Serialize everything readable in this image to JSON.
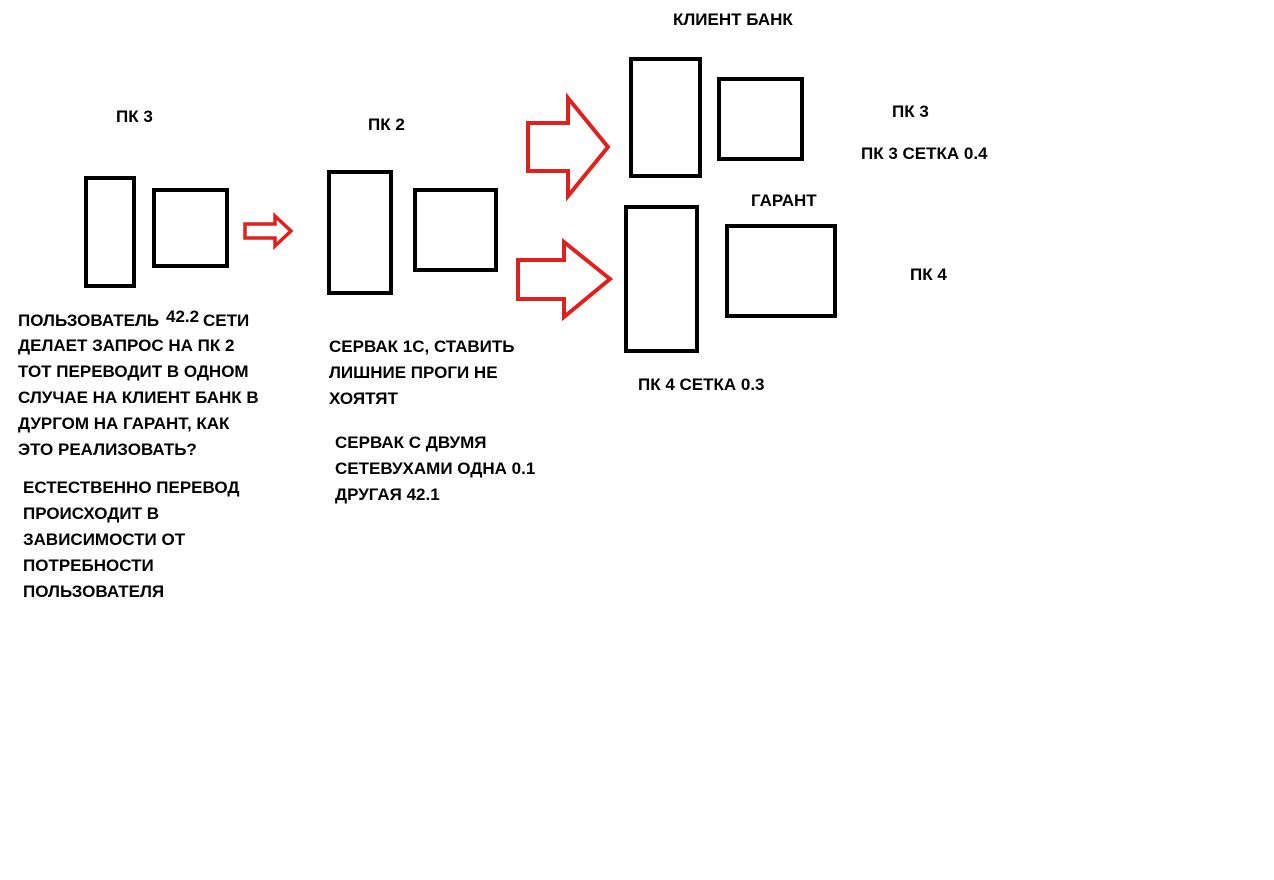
{
  "labels": {
    "pc3_left": "ПК 3",
    "pc2": "ПК 2",
    "client_bank": "КЛИЕНТ БАНК",
    "pc3_right": "ПК 3",
    "pc3_net": "ПК 3 СЕТКА 0.4",
    "garant": "ГАРАНТ",
    "pc4": "ПК 4",
    "pc4_net": "ПК 4 СЕТКА 0.3"
  },
  "notes": {
    "user_word": "ПОЛЬЗОВАТЕЛЬ",
    "user_ip": "42.2",
    "user_net": "СЕТИ",
    "user_lines": [
      "ДЕЛАЕТ ЗАПРОС НА ПК 2",
      "ТОТ ПЕРЕВОДИТ В ОДНОМ",
      "СЛУЧАЕ НА КЛИЕНТ БАНК В",
      "ДУРГОМ НА ГАРАНТ, КАК",
      "ЭТО РЕАЛИЗОВАТЬ?"
    ],
    "natural_lines": [
      "ЕСТЕСТВЕННО ПЕРЕВОД",
      "ПРОИСХОДИТ В",
      "ЗАВИСИМОСТИ ОТ",
      "ПОТРЕБНОСТИ",
      "ПОЛЬЗОВАТЕЛЯ"
    ],
    "server_lines": [
      "СЕРВАК 1С, СТАВИТЬ",
      "ЛИШНИЕ ПРОГИ НЕ",
      "ХОЯТЯТ"
    ],
    "nics_lines": [
      "СЕРВАК С ДВУМЯ",
      "СЕТЕВУХАМИ ОДНА 0.1",
      "ДРУГАЯ 42.1"
    ]
  },
  "colors": {
    "outline": "#000000",
    "arrow": "#e0201c",
    "background": "#ffffff"
  }
}
